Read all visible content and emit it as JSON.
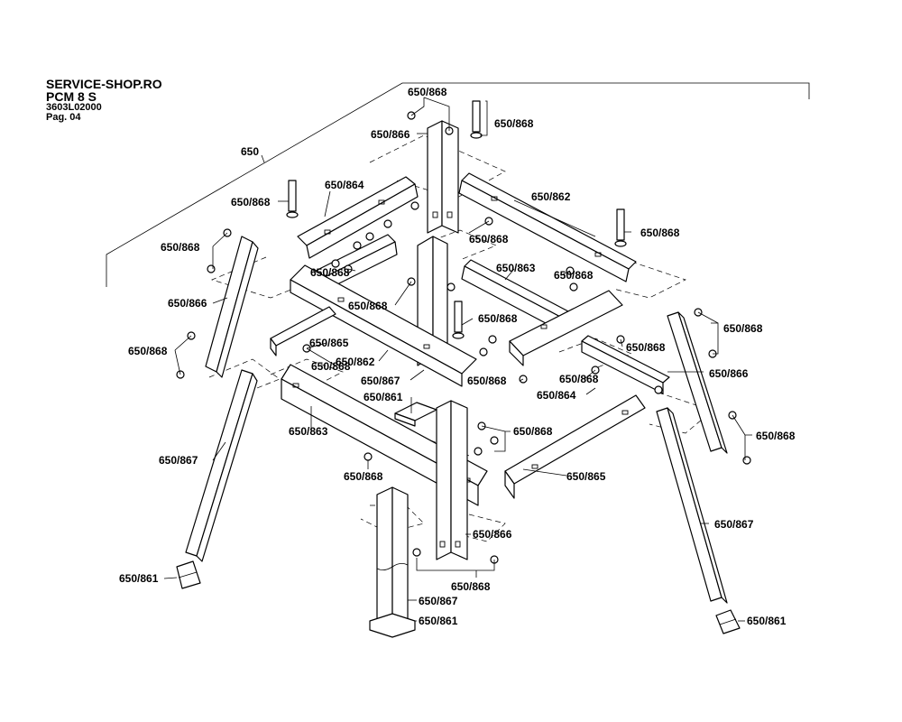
{
  "header": {
    "shop": "SERVICE-SHOP.RO",
    "model": "PCM 8 S",
    "article": "3603L02000",
    "page": "Pag. 04"
  },
  "part_labels": {
    "assembly": "650",
    "leg": "650/866",
    "leg_lower": "650/867",
    "foot": "650/861",
    "rail_long_top": "650/862",
    "rail_long_bottom": "650/863",
    "rail_short_top": "650/864",
    "rail_short_bottom": "650/865",
    "fastener": "650/868"
  }
}
